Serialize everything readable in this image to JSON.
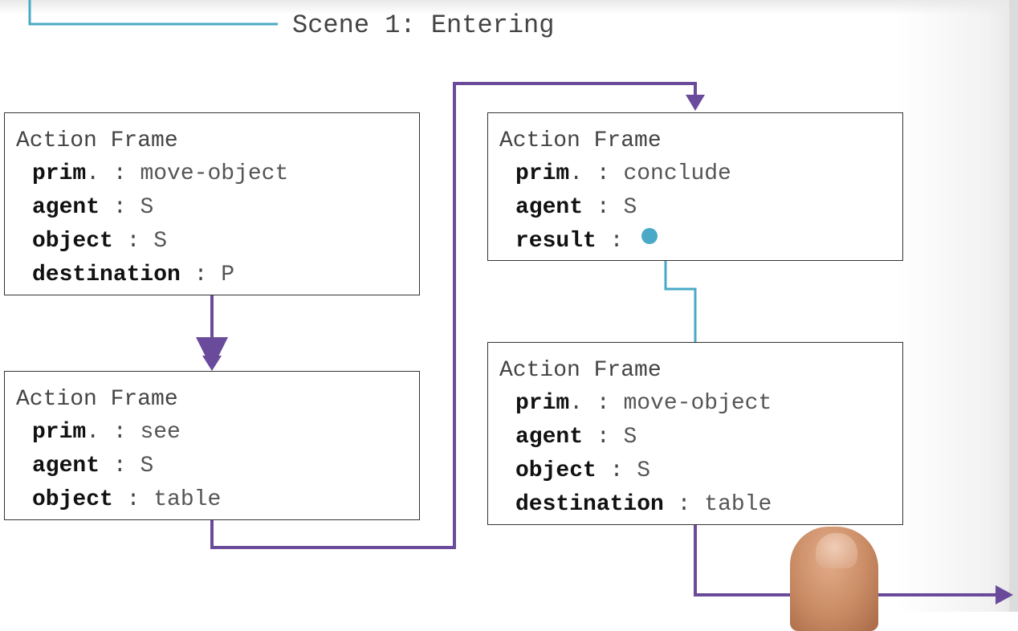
{
  "scene_title": "Scene 1: Entering",
  "colors": {
    "accent_purple": "#6a4a9a",
    "accent_teal": "#4aa9c6",
    "frame_border": "#333333"
  },
  "frames": [
    {
      "title": "Action Frame",
      "slots": [
        {
          "key": "prim",
          "sep": ". : ",
          "value": "move-object"
        },
        {
          "key": "agent",
          "sep": " : ",
          "value": "S"
        },
        {
          "key": "object",
          "sep": " : ",
          "value": "S"
        },
        {
          "key": "destination",
          "sep": " : ",
          "value": "P"
        }
      ]
    },
    {
      "title": "Action Frame",
      "slots": [
        {
          "key": "prim",
          "sep": ". : ",
          "value": "see"
        },
        {
          "key": "agent",
          "sep": " : ",
          "value": "S"
        },
        {
          "key": "object",
          "sep": " : ",
          "value": "table"
        }
      ]
    },
    {
      "title": "Action Frame",
      "slots": [
        {
          "key": "prim",
          "sep": ". : ",
          "value": "conclude"
        },
        {
          "key": "agent",
          "sep": " : ",
          "value": "S"
        },
        {
          "key": "result",
          "sep": " : ",
          "value": ""
        }
      ]
    },
    {
      "title": "Action Frame",
      "slots": [
        {
          "key": "prim",
          "sep": ". : ",
          "value": "move-object"
        },
        {
          "key": "agent",
          "sep": " : ",
          "value": "S"
        },
        {
          "key": "object",
          "sep": " : ",
          "value": "S"
        },
        {
          "key": "destination",
          "sep": " : ",
          "value": "table"
        }
      ]
    }
  ]
}
